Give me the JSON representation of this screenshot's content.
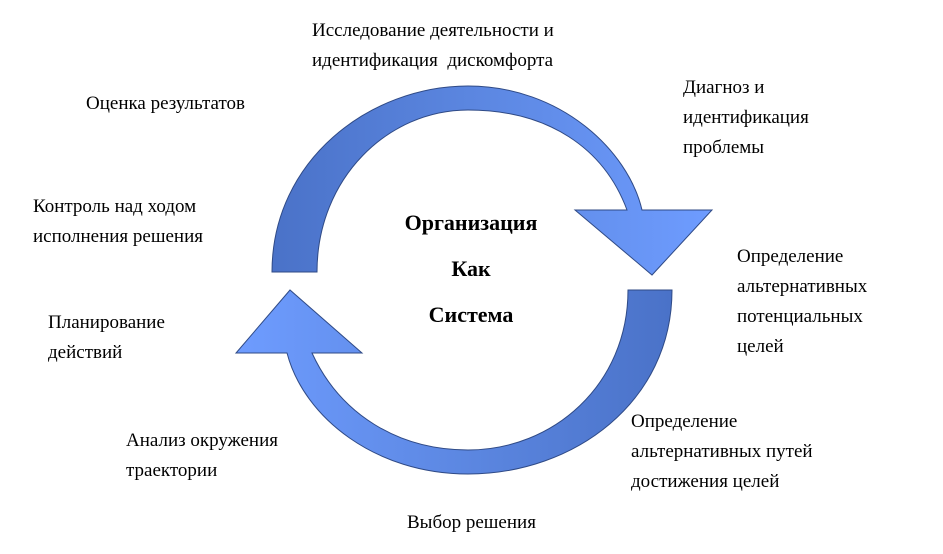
{
  "center": {
    "line1": "Организация",
    "line2": "Как",
    "line3": "Система"
  },
  "steps": {
    "research": "Исследование деятельности и\nидентификация  дискомфорта",
    "diagnosis": "Диагноз и\nидентификация\nпроблемы",
    "alt_goals": "Определение\nальтернативных\nпотенциальных\nцелей",
    "alt_paths": "Определение\nальтернативных путей\nдостижения целей",
    "choice": "Выбор решения",
    "environment": "Анализ окружения\nтраектории",
    "planning": "Планирование\nдействий",
    "control": "Контроль над ходом\nисполнения решения",
    "evaluation": "Оценка результатов"
  },
  "colors": {
    "arrow_dark": "#4472C4",
    "arrow_light": "#6699FF",
    "arrow_stroke": "#2F4A86"
  }
}
